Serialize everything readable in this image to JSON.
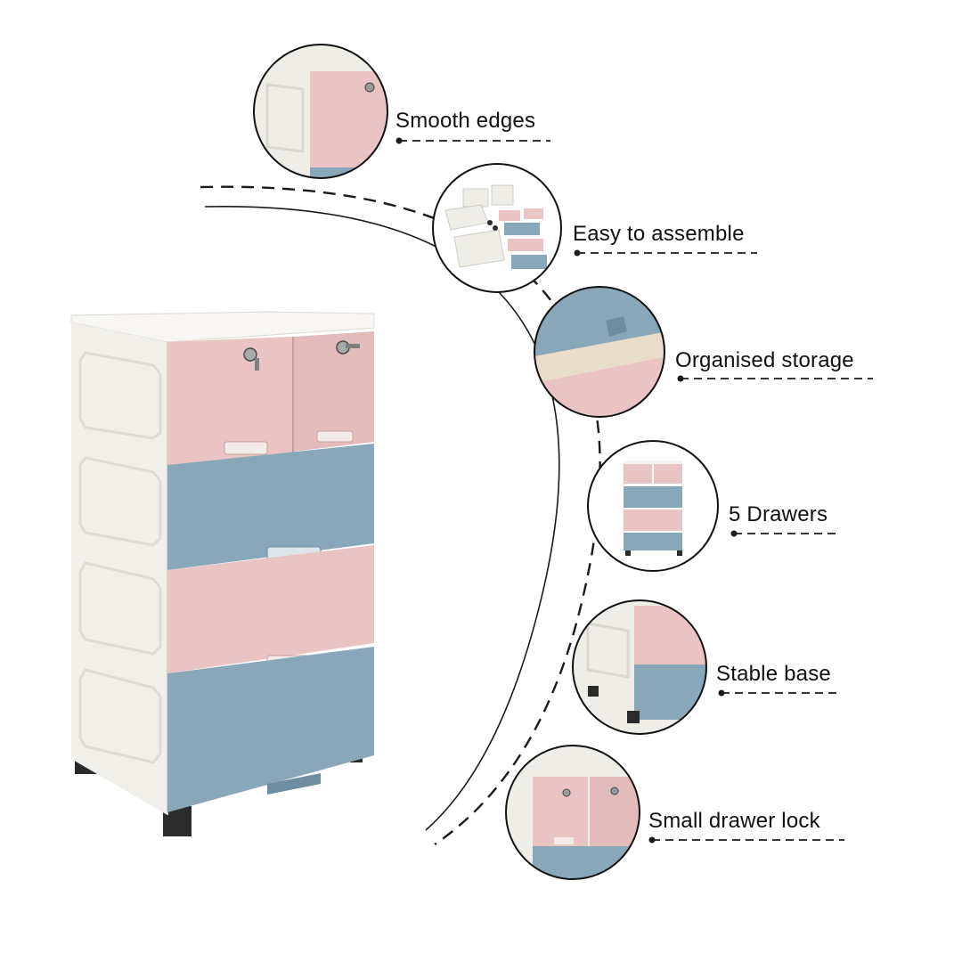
{
  "colors": {
    "pink": "#e9c4c3",
    "blue": "#88a8ba",
    "cream": "#efeee9",
    "outline": "#111111"
  },
  "features": [
    {
      "label": "Smooth edges",
      "icon": "smooth-edges-closeup"
    },
    {
      "label": "Easy to assemble",
      "icon": "assembly-parts"
    },
    {
      "label": "Organised storage",
      "icon": "open-drawer-closeup"
    },
    {
      "label": "5 Drawers",
      "icon": "drawer-unit-thumbnail"
    },
    {
      "label": "Stable base",
      "icon": "base-feet-closeup"
    },
    {
      "label": "Small drawer lock",
      "icon": "lock-closeup"
    }
  ]
}
